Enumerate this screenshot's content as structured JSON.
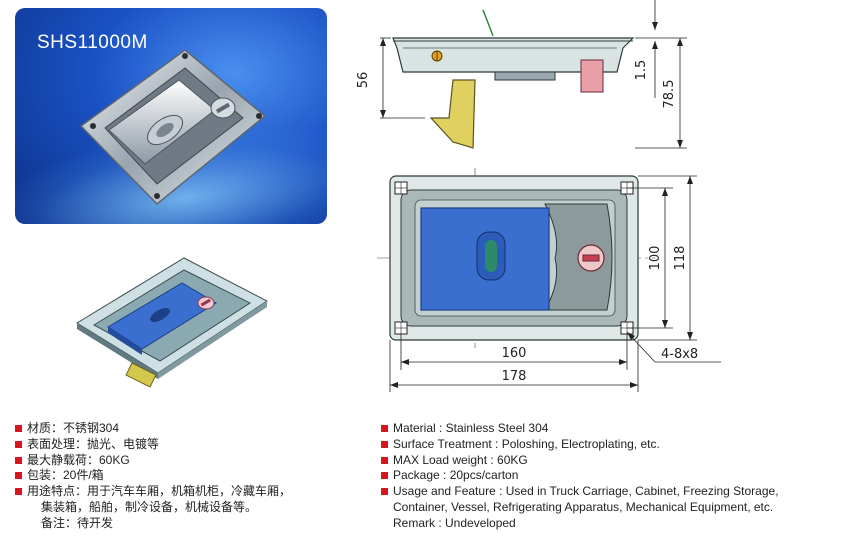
{
  "product": {
    "model": "SHS11000M"
  },
  "dimensions": {
    "height_56": "56",
    "thickness_1_5": "1.5",
    "total_78_5": "78.5",
    "inner_100": "100",
    "outer_118": "118",
    "inner_160": "160",
    "outer_178": "178",
    "holes": "4-8x8"
  },
  "specs_cn": [
    {
      "text": "材质：不锈钢304",
      "bullet": true
    },
    {
      "text": "表面处理：抛光、电镀等",
      "bullet": true
    },
    {
      "text": "最大静载荷：60KG",
      "bullet": true
    },
    {
      "text": "包装：20件/箱",
      "bullet": true
    },
    {
      "text": "用途特点：用于汽车车厢，机箱机柜，冷藏车厢，",
      "bullet": true
    },
    {
      "text": "集装箱，船舶，制冷设备，机械设备等。",
      "bullet": false
    },
    {
      "text": "备注：待开发",
      "bullet": false
    }
  ],
  "specs_en": [
    {
      "text": "Material : Stainless Steel 304",
      "bullet": true
    },
    {
      "text": "Surface Treatment : Poloshing, Electroplating, etc.",
      "bullet": true
    },
    {
      "text": "MAX Load weight : 60KG",
      "bullet": true
    },
    {
      "text": "Package : 20pcs/carton",
      "bullet": true
    },
    {
      "text": "Usage and Feature : Used in Truck Carriage, Cabinet, Freezing Storage,",
      "bullet": true
    },
    {
      "text": "Container, Vessel, Refrigerating Apparatus, Mechanical Equipment, etc.",
      "bullet": false
    },
    {
      "text": "Remark : Undeveloped",
      "bullet": false
    }
  ],
  "colors": {
    "bullet": "#d8141f",
    "lid_blue": "#3a6fd0",
    "photo_blue": "#1a52c4"
  }
}
